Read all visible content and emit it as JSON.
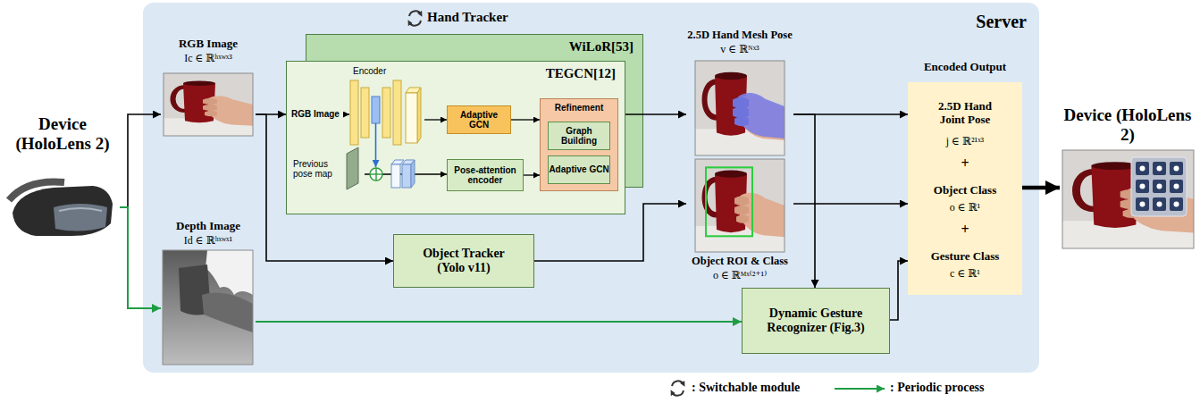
{
  "diagram": {
    "nodes": [
      {
        "text": [
          "Device (HoloLens 2)"
        ]
      },
      {
        "text": [
          "Server"
        ]
      },
      {
        "text": [
          "RGB Image",
          "Ic ∈ ℝʰˣʷˣ³"
        ],
        "in": 1
      },
      {
        "text": [
          "WiLoR[53]"
        ],
        "in": 1
      },
      {
        "text": [
          "TEGCN[12]"
        ],
        "in": 1
      },
      {
        "text": [
          "Encoder"
        ],
        "in": 4
      },
      {
        "text": [
          "Adaptive GCN"
        ],
        "in": 4
      },
      {
        "text": [
          "Previous pose map"
        ],
        "in": 4
      },
      {
        "text": [
          "Pose-attention encoder"
        ],
        "in": 4
      },
      {
        "text": [
          "Refinement"
        ],
        "in": 4
      },
      {
        "text": [
          "Graph Building"
        ],
        "in": 9
      },
      {
        "text": [
          "Adaptive GCN"
        ],
        "in": 9
      },
      {
        "text": [
          "2.5D Hand Mesh Pose",
          "v ∈ ℝᴺˣ³"
        ],
        "in": 1
      },
      {
        "text": [
          "Object Tracker (Yolo v11)"
        ],
        "in": 1
      },
      {
        "text": [
          "Object ROI & Class",
          "o ∈ ℝᴹˣ⁽²⁺¹⁾"
        ],
        "in": 1
      },
      {
        "text": [
          "Depth Image",
          "Id ∈ ℝʰˣʷˣ¹"
        ],
        "in": 1
      },
      {
        "text": [
          "Dynamic Gesture Recognizer (Fig.3)"
        ],
        "in": 1
      },
      {
        "text": [
          "Encoded Output",
          "2.5D Hand Joint Pose",
          "j ∈ ℝ²¹ˣ³",
          "+",
          "Object Class",
          "o ∈ ℝ¹",
          "+",
          "Gesture Class",
          "c ∈ ℝ¹"
        ],
        "in": 1
      },
      {
        "text": [
          "Device (HoloLens 2)"
        ]
      }
    ],
    "edges": [
      {
        "from": 0,
        "to": 2,
        "arrow": "to"
      },
      {
        "from": 0,
        "to": 15,
        "arrow": "to"
      },
      {
        "from": 2,
        "to": 4,
        "arrow": "to"
      },
      {
        "from": 2,
        "to": 13,
        "arrow": "to"
      },
      {
        "from": 5,
        "to": 6,
        "arrow": "to"
      },
      {
        "from": 7,
        "to": 8,
        "arrow": "to"
      },
      {
        "from": 6,
        "to": 9,
        "arrow": "to"
      },
      {
        "from": 8,
        "to": 9,
        "arrow": "to"
      },
      {
        "from": 4,
        "to": 12,
        "arrow": "to"
      },
      {
        "from": 12,
        "to": 17,
        "arrow": "to"
      },
      {
        "from": 12,
        "to": 16,
        "arrow": "to"
      },
      {
        "from": 13,
        "to": 14,
        "arrow": "to"
      },
      {
        "from": 14,
        "to": 17,
        "arrow": "to"
      },
      {
        "from": 15,
        "to": 16,
        "arrow": "to"
      },
      {
        "from": 16,
        "to": 17,
        "arrow": "to"
      },
      {
        "from": 17,
        "to": 18,
        "arrow": "to"
      }
    ],
    "labels": [
      "Hand Tracker",
      "RGB Image"
    ],
    "legend": [
      {
        "text": ": Switchable module"
      },
      {
        "text": ": Periodic process"
      }
    ]
  }
}
